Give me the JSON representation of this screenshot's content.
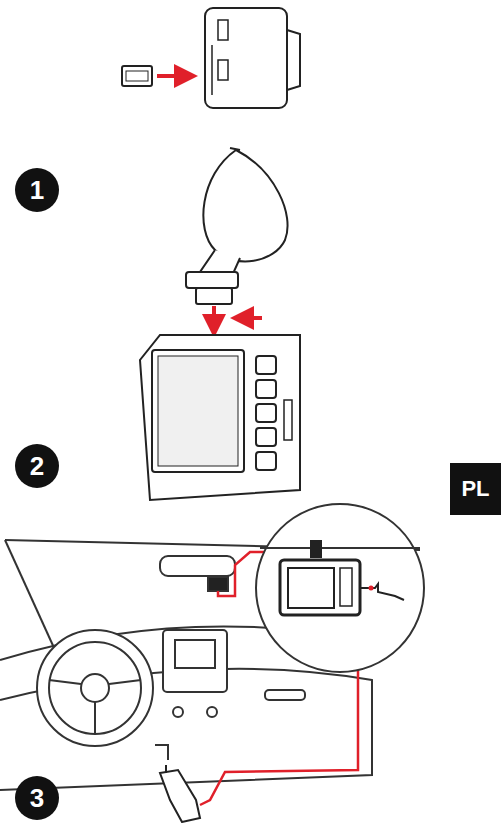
{
  "diagram": {
    "nodes": [
      {
        "text": [
          "1"
        ]
      },
      {
        "text": [
          "2"
        ]
      },
      {
        "text": [
          "PL"
        ]
      },
      {
        "text": [
          "3"
        ]
      }
    ]
  }
}
